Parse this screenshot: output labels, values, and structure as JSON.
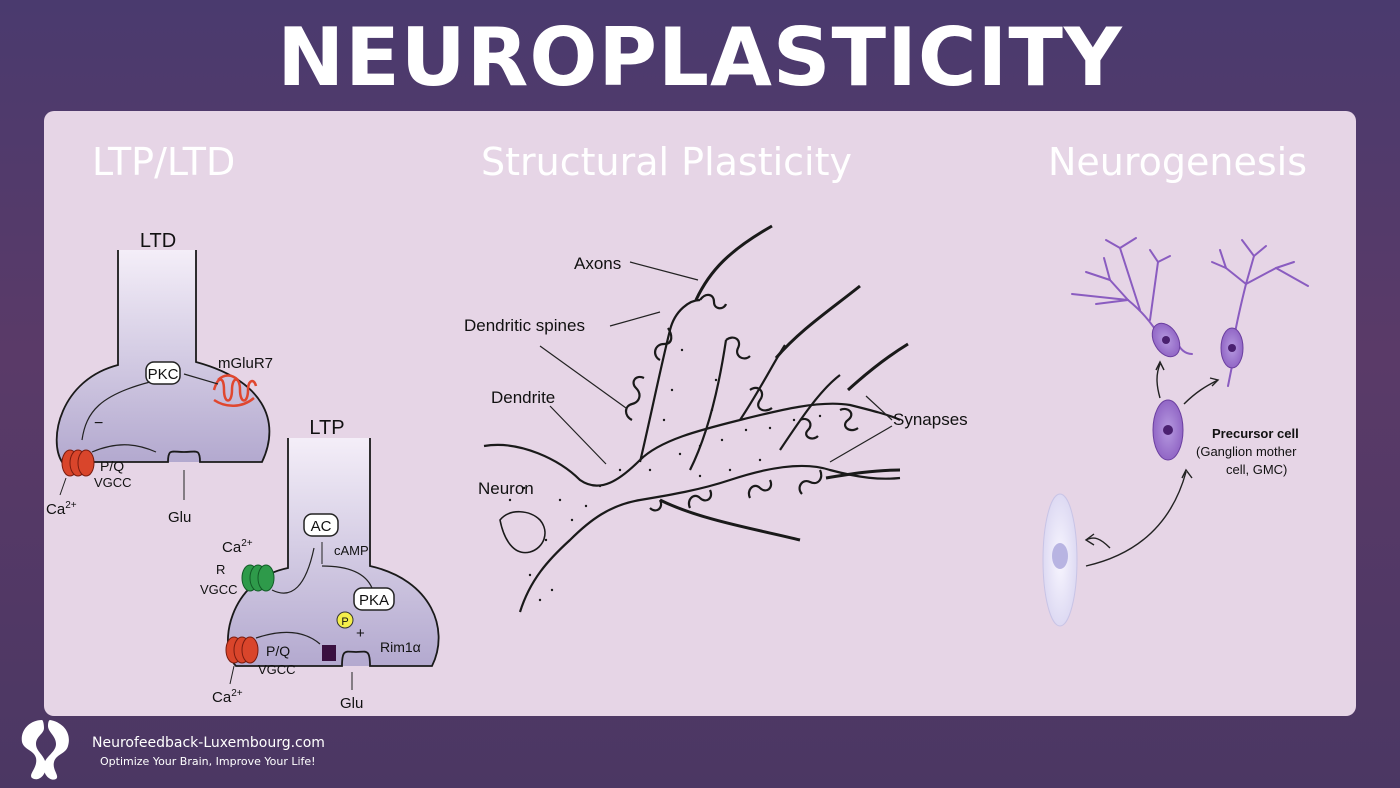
{
  "title": "NEUROPLASTICITY",
  "sections": {
    "ltp": {
      "title": "LTP/LTD",
      "labels": {
        "ltd": "LTD",
        "ltp": "LTP",
        "pkc": "PKC",
        "mglur7": "mGluR7",
        "minus": "−",
        "pq_top": "P/Q",
        "vgcc_top": "VGCC",
        "ca_top": "Ca",
        "glu_top": "Glu",
        "ac": "AC",
        "camp": "cAMP",
        "ca_mid": "Ca",
        "r": "R",
        "vgcc_mid": "VGCC",
        "pka": "PKA",
        "p": "P",
        "plus": "+",
        "rim": "Rim1α",
        "pq_bottom": "P/Q",
        "vgcc_bottom": "VGCC",
        "ca_bottom": "Ca",
        "glu_bottom": "Glu",
        "sup": "2+"
      }
    },
    "structural": {
      "title": "Structural Plasticity",
      "labels": {
        "axons": "Axons",
        "spines": "Dendritic spines",
        "dendrite": "Dendrite",
        "neuron": "Neuron",
        "synapses": "Synapses"
      }
    },
    "neurogenesis": {
      "title": "Neurogenesis",
      "labels": {
        "precursor": "Precursor cell",
        "gmc_line1": "(Ganglion mother",
        "gmc_line2": "cell, GMC)"
      }
    }
  },
  "footer": {
    "site": "Neurofeedback-Luxembourg.com",
    "tagline": "Optimize Your Brain, Improve Your Life!"
  },
  "colors": {
    "background": "#4a3a6e",
    "panel": "#e6d5e6",
    "vgcc_red": "#d9452b",
    "vgcc_green": "#2e9a4a",
    "mglur_red": "#e0472f",
    "neuron_purple": "#8a5cc0",
    "phospho_yellow": "#f4ee4a"
  }
}
